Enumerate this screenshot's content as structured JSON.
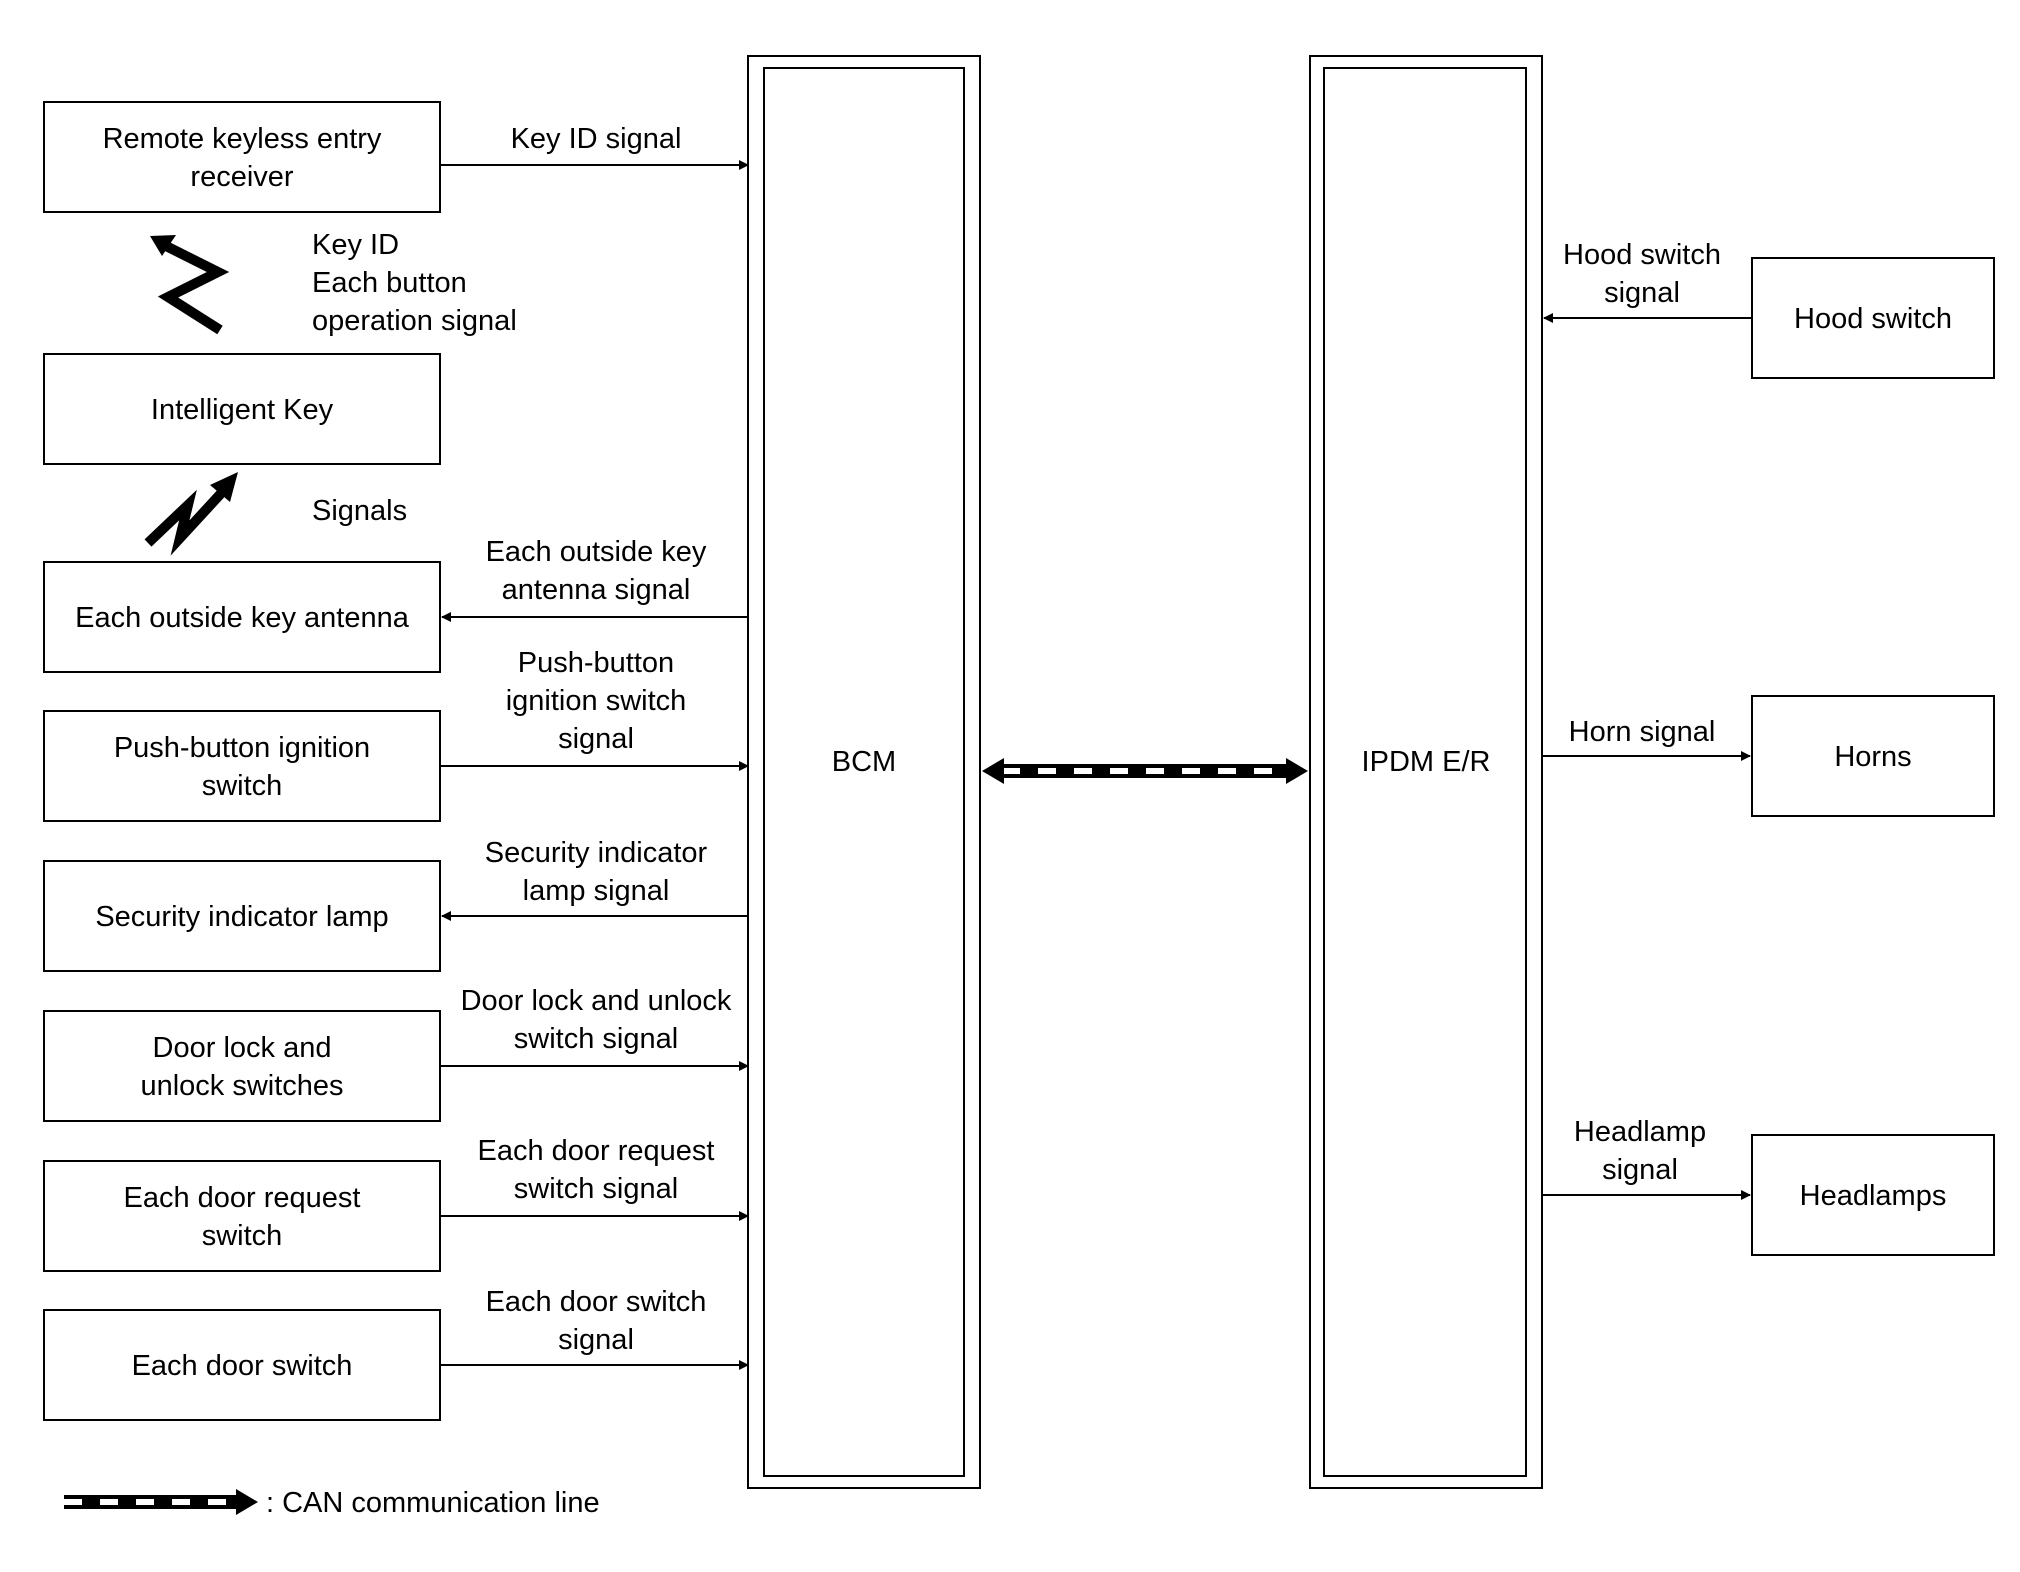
{
  "left_components": {
    "remote_keyless_receiver": [
      "Remote keyless entry",
      "receiver"
    ],
    "intelligent_key": [
      "Intelligent Key"
    ],
    "outside_key_antenna": [
      "Each outside key antenna"
    ],
    "push_button_ignition": [
      "Push-button ignition",
      "switch"
    ],
    "security_indicator_lamp": [
      "Security indicator lamp"
    ],
    "door_lock_switches": [
      "Door lock and",
      "unlock switches"
    ],
    "door_request_switch": [
      "Each door request",
      "switch"
    ],
    "door_switch": [
      "Each door switch"
    ]
  },
  "left_signals": {
    "key_id": [
      "Key ID signal"
    ],
    "radio_to_receiver": [
      "Key ID",
      "Each button",
      "operation signal"
    ],
    "radio_from_antenna": [
      "Signals"
    ],
    "outside_key_antenna": [
      "Each outside key",
      "antenna signal"
    ],
    "push_button_ignition": [
      "Push-button",
      "ignition switch",
      "signal"
    ],
    "security_indicator": [
      "Security indicator",
      "lamp signal"
    ],
    "door_lock": [
      "Door lock and unlock",
      "switch signal"
    ],
    "door_request": [
      "Each door request",
      "switch signal"
    ],
    "door_switch": [
      "Each door switch",
      "signal"
    ]
  },
  "modules": {
    "bcm": "BCM",
    "ipdm": "IPDM E/R"
  },
  "right_components": {
    "hood_switch": [
      "Hood switch"
    ],
    "horns": [
      "Horns"
    ],
    "headlamps": [
      "Headlamps"
    ]
  },
  "right_signals": {
    "hood_switch": [
      "Hood switch",
      "signal"
    ],
    "horn": [
      "Horn signal"
    ],
    "headlamp": [
      "Headlamp",
      "signal"
    ]
  },
  "legend": {
    "can_line": ": CAN communication line"
  }
}
